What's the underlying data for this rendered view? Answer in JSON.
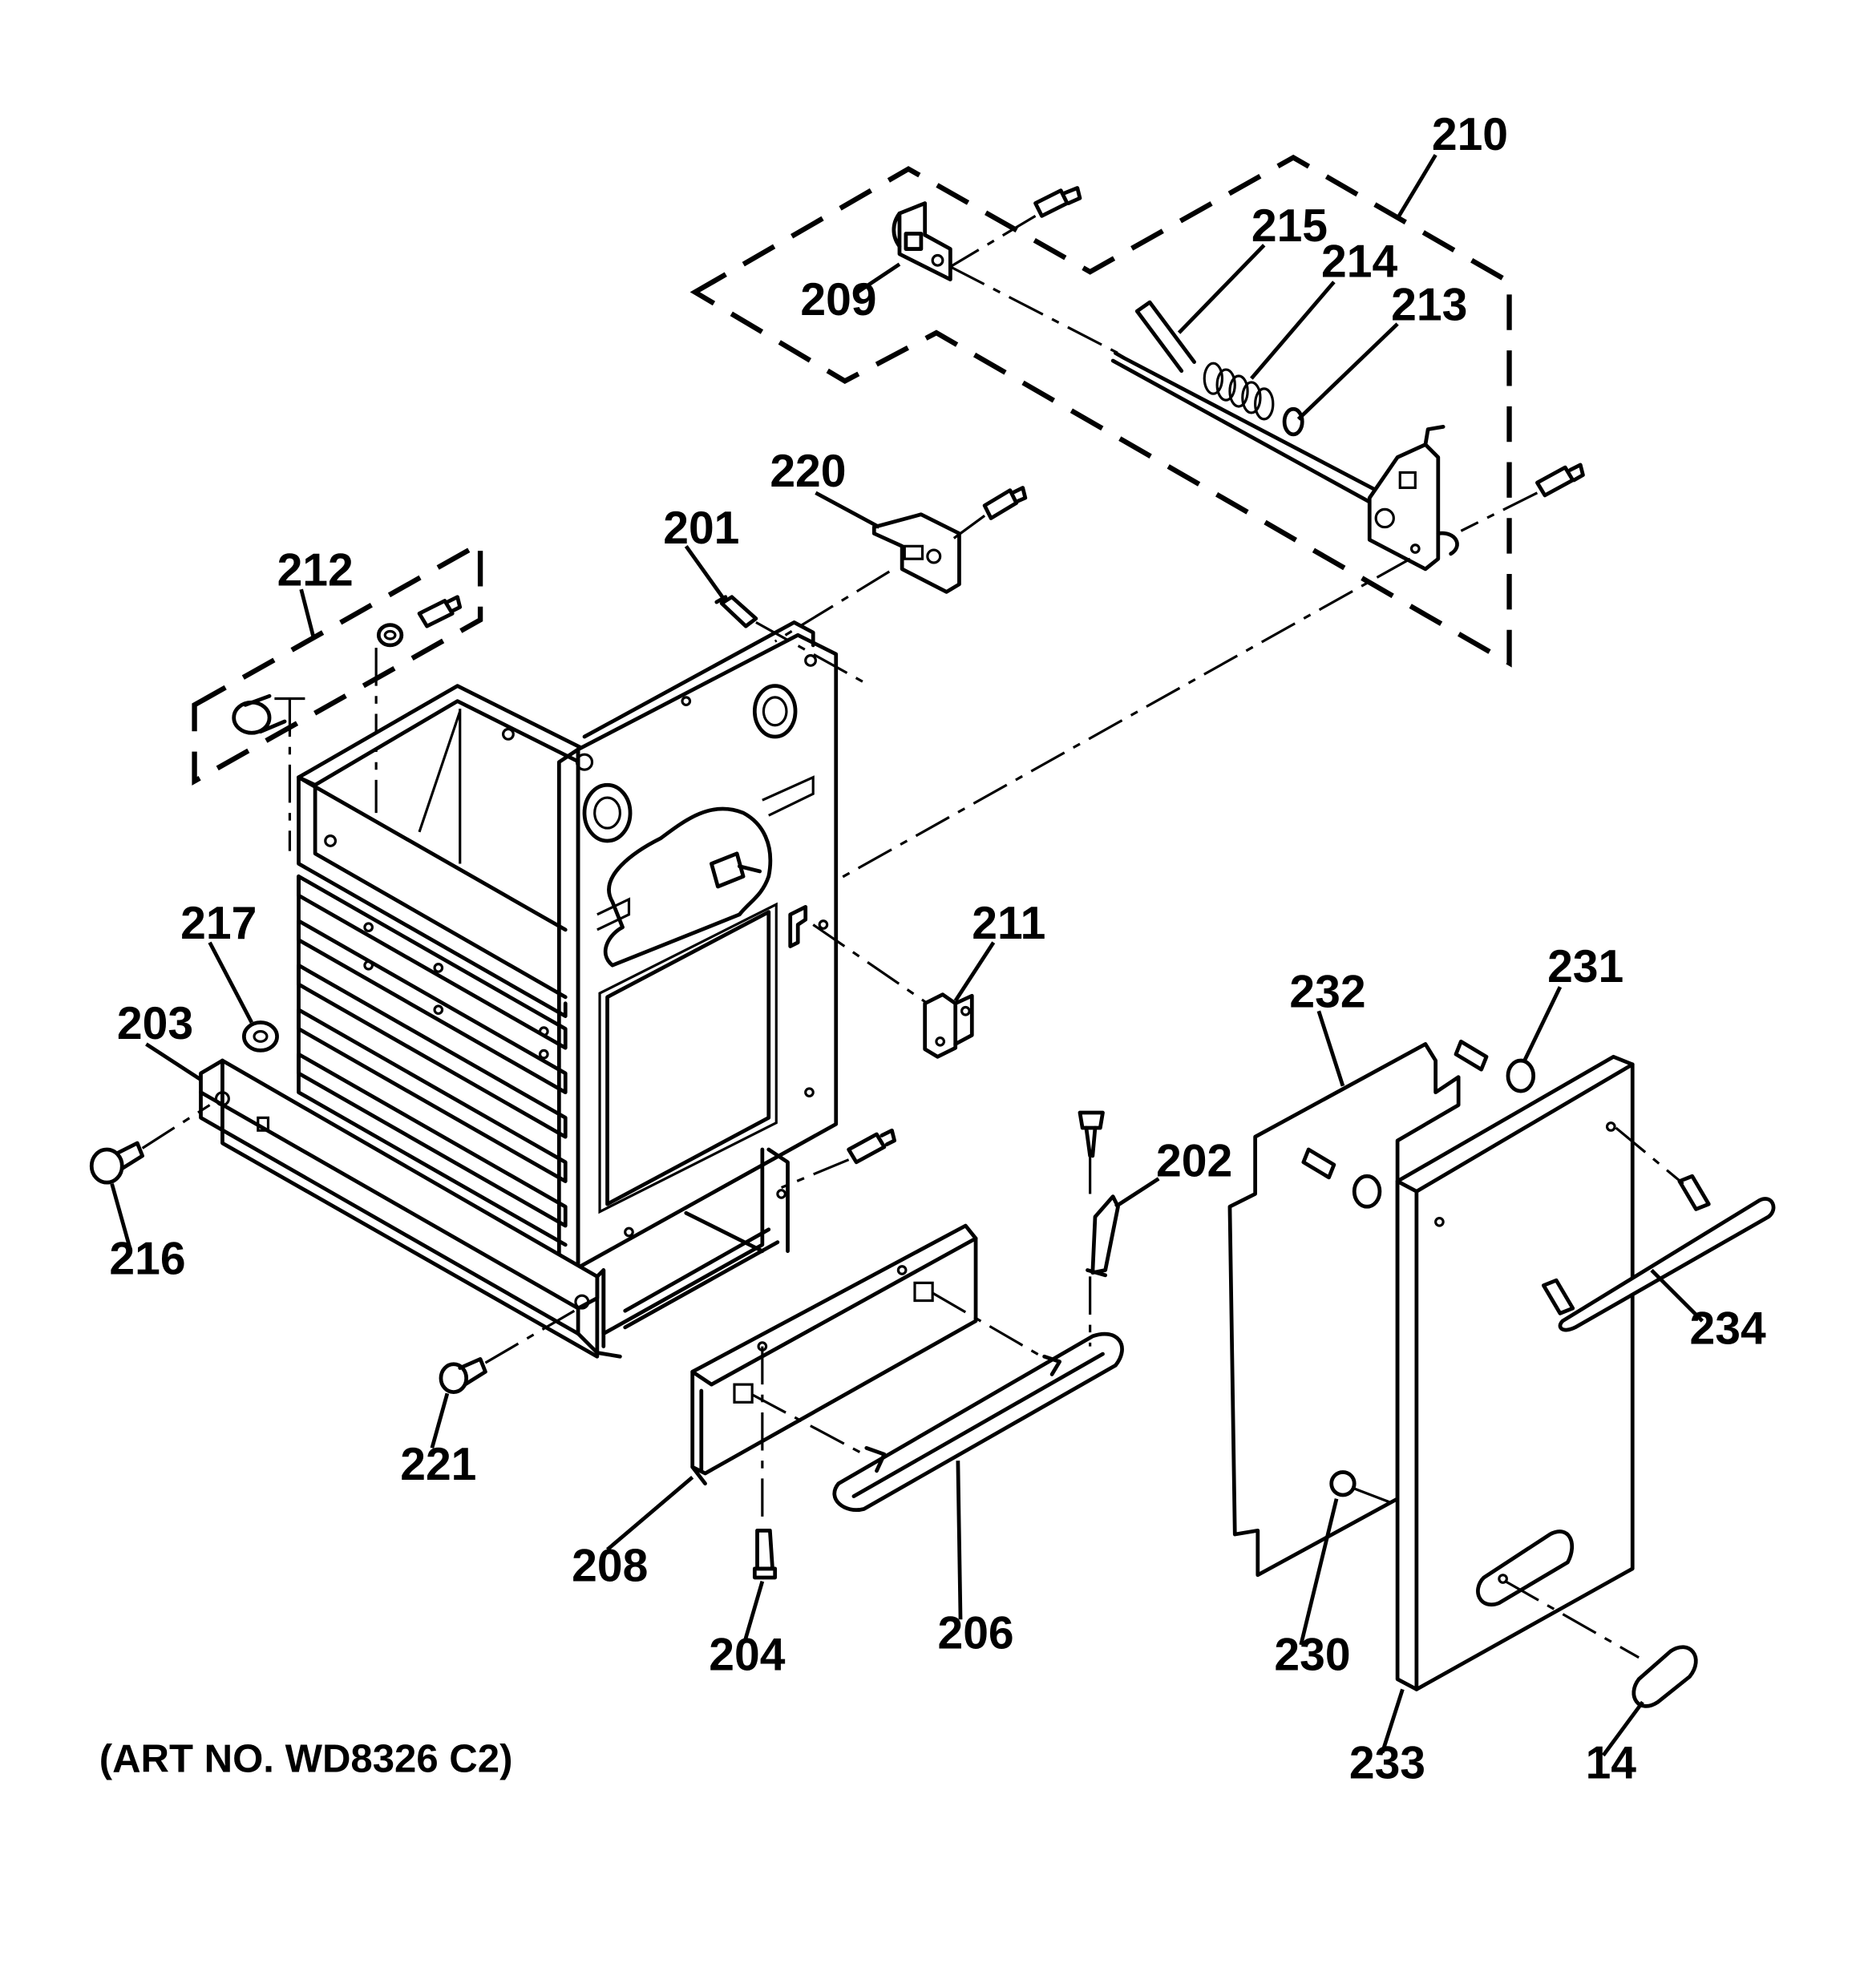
{
  "diagram": {
    "caption": "(ART NO. WD8326 C2)",
    "parts": [
      {
        "id": "p210",
        "label": "210"
      },
      {
        "id": "p215",
        "label": "215"
      },
      {
        "id": "p214",
        "label": "214"
      },
      {
        "id": "p213",
        "label": "213"
      },
      {
        "id": "p209",
        "label": "209"
      },
      {
        "id": "p220",
        "label": "220"
      },
      {
        "id": "p201",
        "label": "201"
      },
      {
        "id": "p212",
        "label": "212"
      },
      {
        "id": "p217",
        "label": "217"
      },
      {
        "id": "p203",
        "label": "203"
      },
      {
        "id": "p211",
        "label": "211"
      },
      {
        "id": "p232",
        "label": "232"
      },
      {
        "id": "p231",
        "label": "231"
      },
      {
        "id": "p202",
        "label": "202"
      },
      {
        "id": "p216",
        "label": "216"
      },
      {
        "id": "p234",
        "label": "234"
      },
      {
        "id": "p221",
        "label": "221"
      },
      {
        "id": "p208",
        "label": "208"
      },
      {
        "id": "p206",
        "label": "206"
      },
      {
        "id": "p204",
        "label": "204"
      },
      {
        "id": "p230",
        "label": "230"
      },
      {
        "id": "p233",
        "label": "233"
      },
      {
        "id": "p14",
        "label": "14"
      }
    ]
  }
}
